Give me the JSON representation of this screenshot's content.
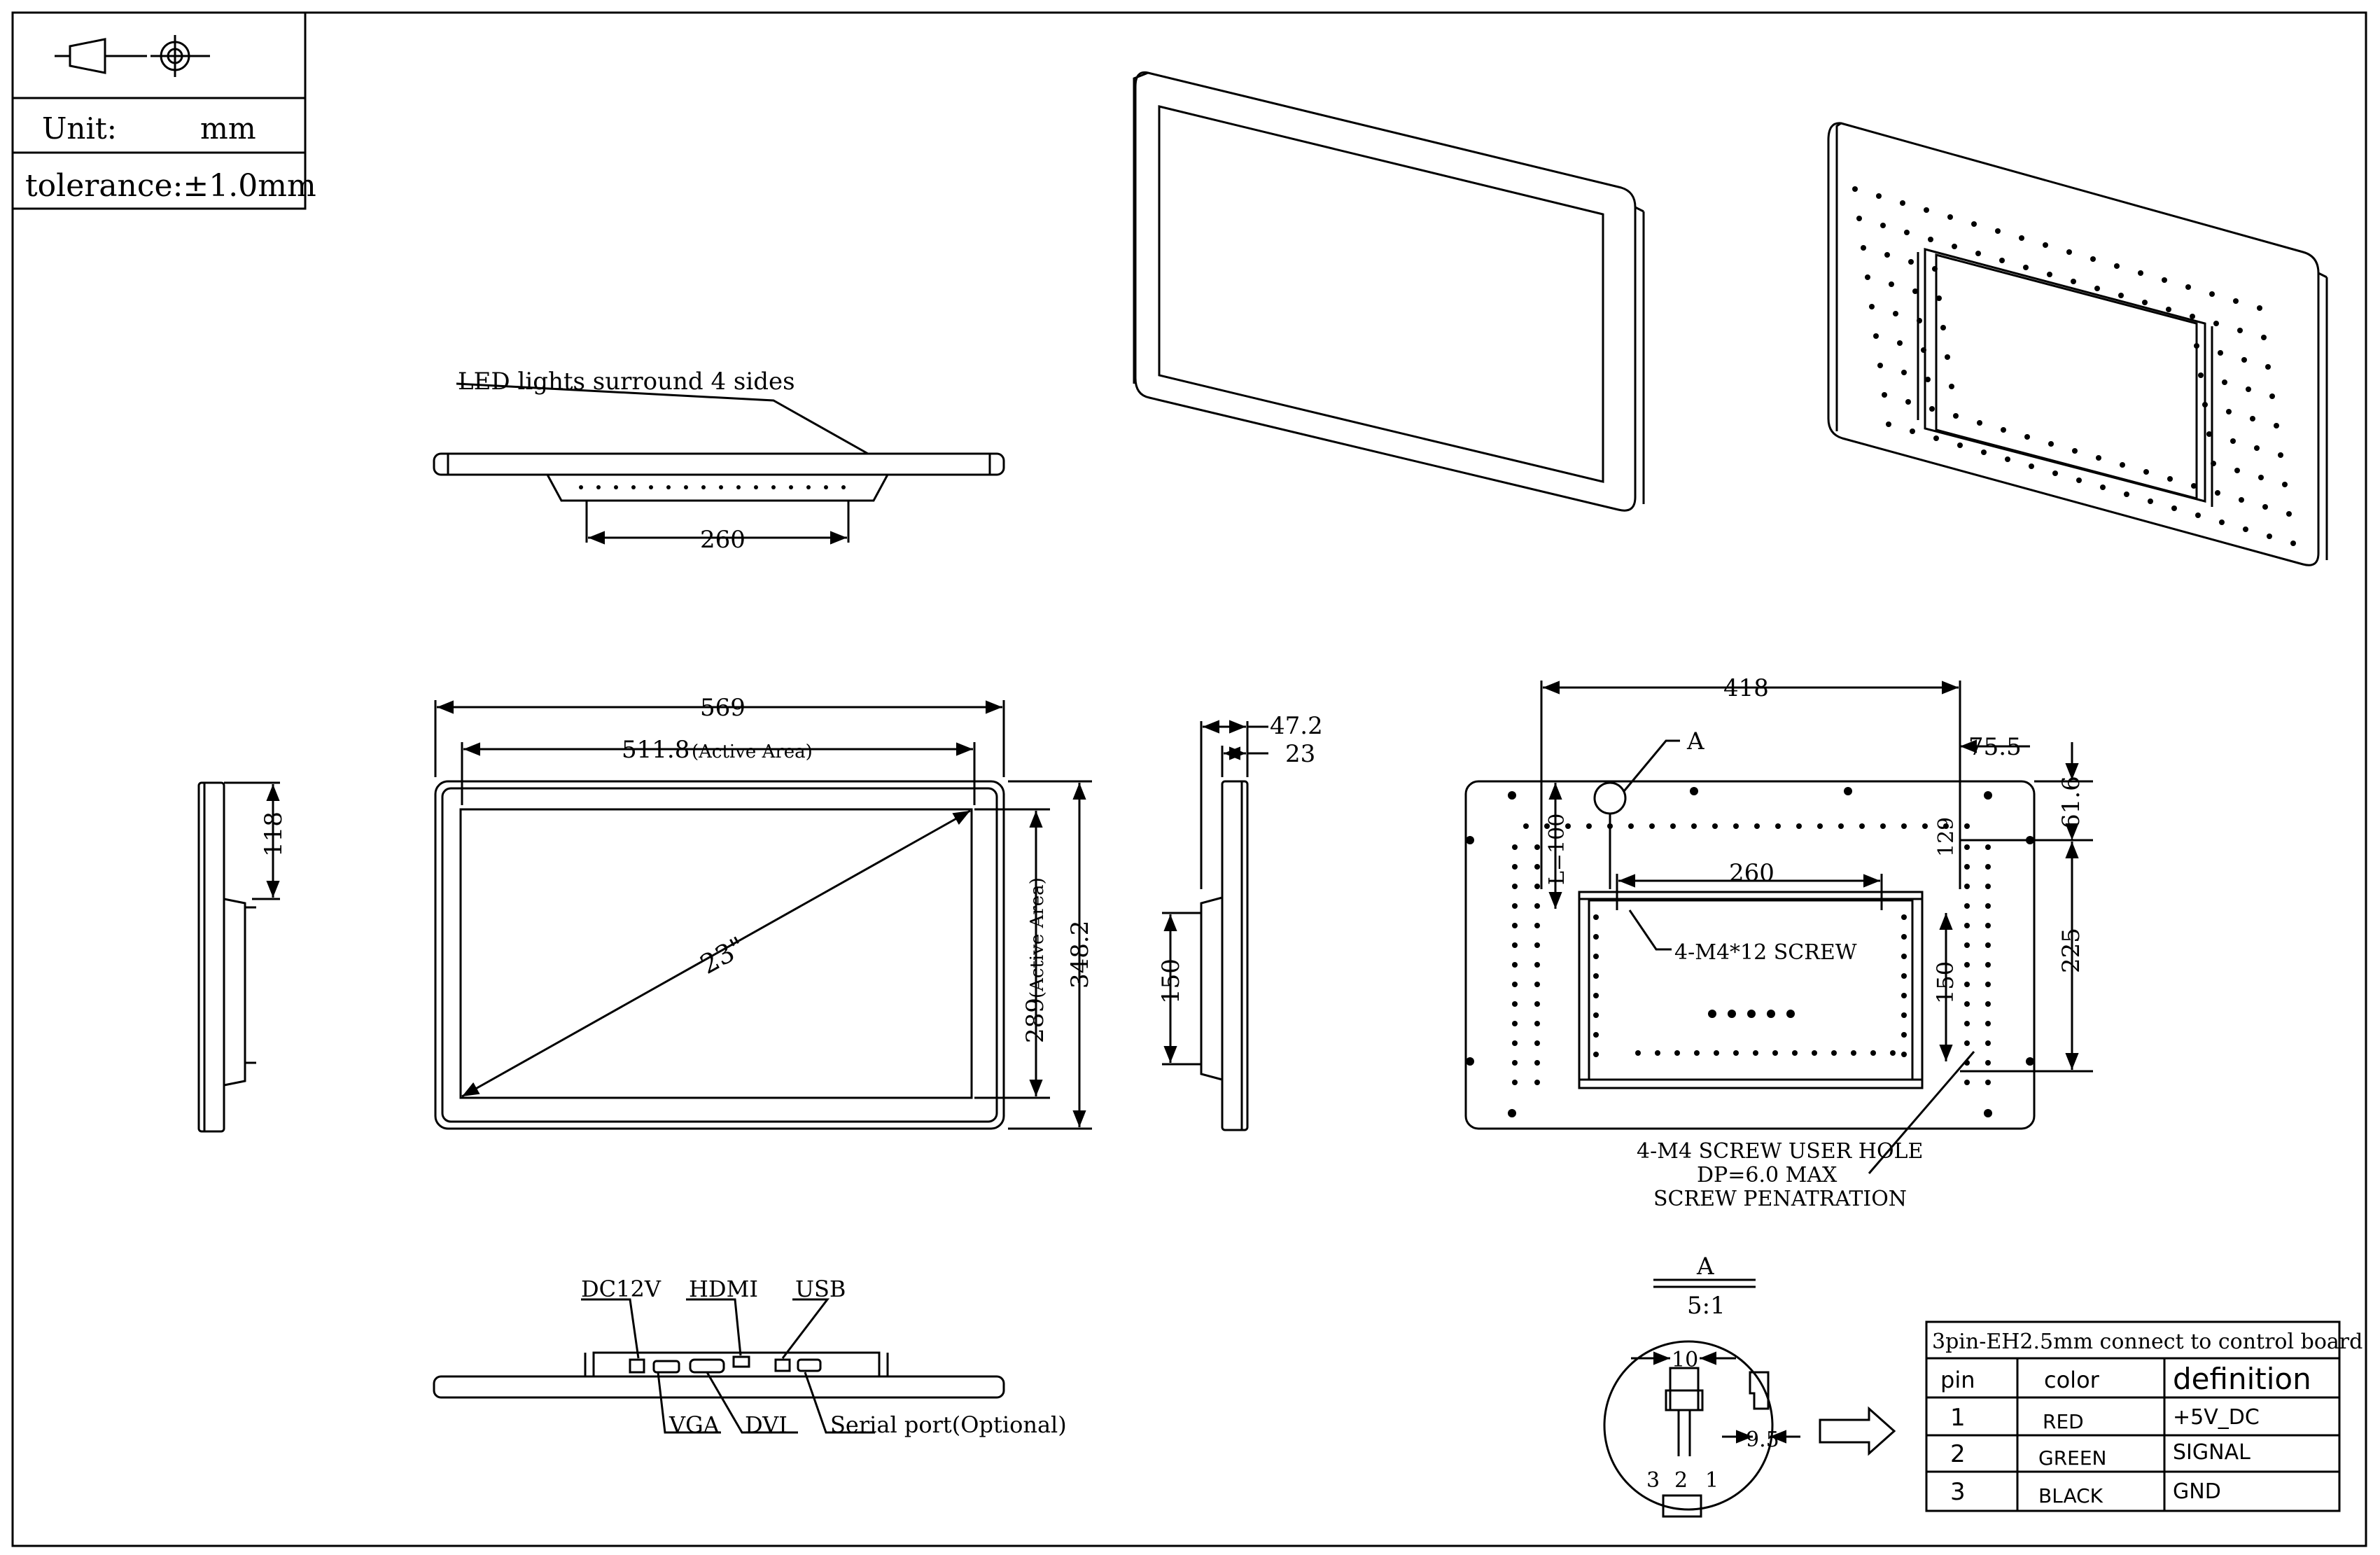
{
  "title_block": {
    "unit_label": "Unit:",
    "unit_value": "mm",
    "tolerance": "tolerance:±1.0mm"
  },
  "callouts": {
    "led": "LED lights surround 4 sides",
    "screw_hole_1": "4-M4 SCREW USER HOLE",
    "screw_hole_2": "DP=6.0 MAX",
    "screw_hole_3": "SCREW PENATRATION",
    "detail_tag": "A",
    "m4_screw": "4-M4*12 SCREW"
  },
  "dimensions": {
    "top_vesa": "260",
    "width": "569",
    "active_width": "511.8",
    "active_tag_h": "(Active Area)",
    "diagonal": "23\"",
    "active_height": "289",
    "active_tag_v": "(Active Area)",
    "height": "348.2",
    "side_left_118": "118",
    "depth_total": "47.2",
    "depth_panel": "23",
    "side_150": "150",
    "rear_418": "418",
    "rear_755": "75.5",
    "rear_616": "61.6",
    "rear_L100": "L=100",
    "rear_129": "129",
    "rear_260": "260",
    "rear_150": "150",
    "rear_225": "225"
  },
  "ports": {
    "dc": "DC12V",
    "hdmi": "HDMI",
    "usb": "USB",
    "vga": "VGA",
    "dvi": "DVI",
    "serial": "Serial port(Optional)"
  },
  "detail": {
    "label": "A",
    "scale": "5:1",
    "dim_10": "10",
    "dim_95": "9.5",
    "pins": [
      "3",
      "2",
      "1"
    ]
  },
  "pin_table": {
    "title": "3pin-EH2.5mm connect to control board",
    "headers": [
      "pin",
      "color",
      "definition"
    ],
    "rows": [
      {
        "pin": "1",
        "color": "RED",
        "definition": "+5V_DC"
      },
      {
        "pin": "2",
        "color": "GREEN",
        "definition": "SIGNAL"
      },
      {
        "pin": "3",
        "color": "BLACK",
        "definition": "GND"
      }
    ]
  }
}
